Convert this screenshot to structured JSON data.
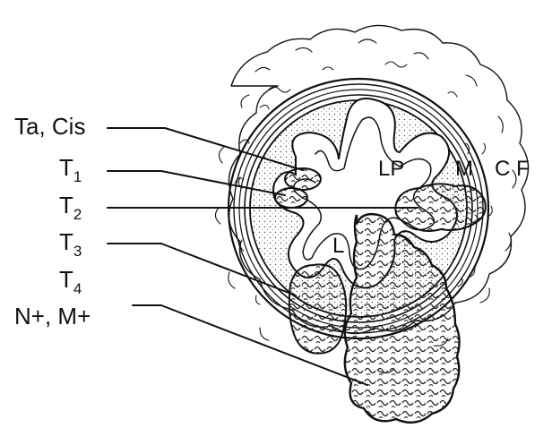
{
  "stage_labels": [
    {
      "id": "ta-cis",
      "text": "Ta, Cis",
      "sub": ""
    },
    {
      "id": "t1",
      "text": "T",
      "sub": "1"
    },
    {
      "id": "t2",
      "text": "T",
      "sub": "2"
    },
    {
      "id": "t3",
      "text": "T",
      "sub": "3"
    },
    {
      "id": "t4",
      "text": "T",
      "sub": "4"
    },
    {
      "id": "n-m",
      "text": "N+, M+",
      "sub": ""
    }
  ],
  "layer_labels": {
    "lamina_propria": "LP",
    "muscle": "M",
    "circumferential": "C",
    "fat": "F",
    "lumen": "L"
  }
}
